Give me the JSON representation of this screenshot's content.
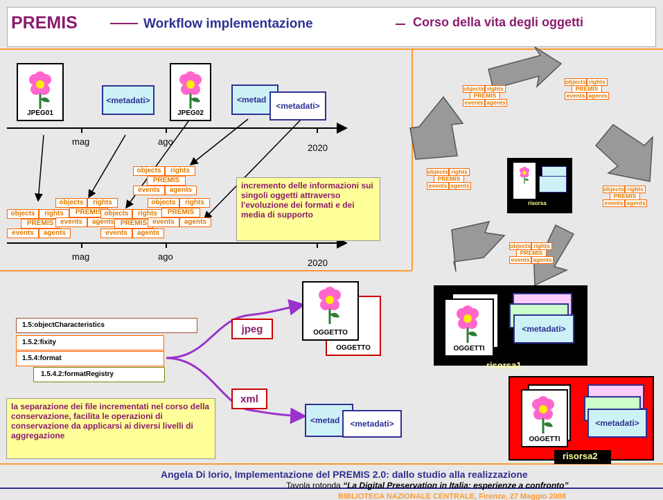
{
  "title": {
    "premis": "PREMIS",
    "workflow": "Workflow implementazione",
    "corso": "Corso della vita degli oggetti"
  },
  "timeline": {
    "labels": [
      "mag",
      "ago",
      "2020"
    ],
    "files": [
      "JPEG01",
      "JPEG02"
    ],
    "meta": "<metadati>",
    "meta_trunc": "<metad"
  },
  "premis_block": {
    "objects": "objects",
    "rights": "rights",
    "premis": "PREMIS",
    "events": "events",
    "agents": "agents"
  },
  "note_increment": "incremento delle informazioni sui singoli oggetti attraverso l'evoluzione dei formati e dei media di supporto",
  "note_separation": "la separazione dei file incrementati nel corso della conservazione, facilita le operazioni di conservazione da applicarsi  ai diversi livelli di aggregazione",
  "fields": [
    "1.5:objectCharacteristics",
    "1.5.2:fixity",
    "1.5.4:format",
    "1.5.4.2:formatRegistry"
  ],
  "formats": [
    "jpeg",
    "xml"
  ],
  "oggetto": "OGGETTO",
  "oggetti": "OGGETTI",
  "risorsa": [
    "risorsa1",
    "risorsa2"
  ],
  "risorsa_small": "risorsa",
  "footer": {
    "author": "Angela Di Iorio",
    "title": ", Implementazione del PREMIS 2.0: dallo studio alla realizzazione",
    "tavola": "Tavola rotonda",
    "tavola_title": "“La Digital Preservation in Italia: esperienze a confronto”",
    "venue": "BIBLIOTECA NAZIONALE CENTRALE, Firenze, 27 Maggio 2008"
  },
  "colors": {
    "accent": "#8a1c6e",
    "blue": "#2e3092",
    "orange": "#ff6600",
    "note": "#ffff99"
  }
}
